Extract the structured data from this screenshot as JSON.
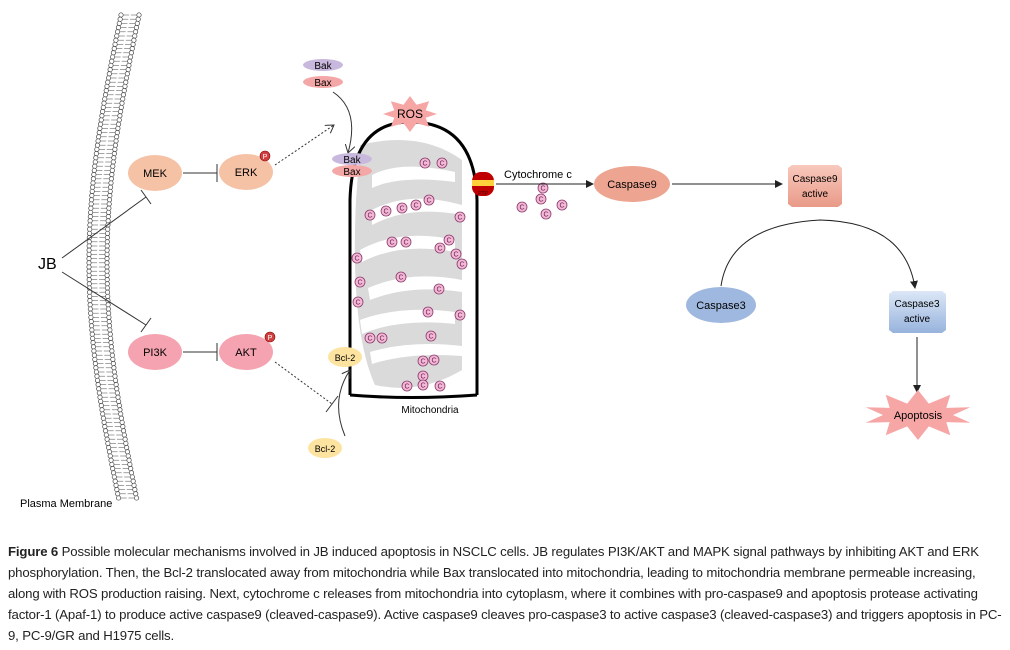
{
  "diagram": {
    "membrane_label": "Plasma Membrane",
    "drug": "JB",
    "nodes": {
      "mek": "MEK",
      "erk": "ERK",
      "pi3k": "PI3K",
      "akt": "AKT",
      "phospho": "P",
      "bak_top": "Bak",
      "bax_top": "Bax",
      "bak_mito": "Bak",
      "bax_mito": "Bax",
      "ros": "ROS",
      "ptp": "PTP",
      "cytochrome": "Cytochrome c",
      "cyto_c": "C",
      "caspase9": "Caspase9",
      "caspase9_active_1": "Caspase9",
      "caspase9_active_2": "active",
      "caspase3": "Caspase3",
      "caspase3_active_1": "Caspase3",
      "caspase3_active_2": "active",
      "apoptosis": "Apoptosis",
      "bcl2_mito": "Bcl-2",
      "bcl2_free": "Bcl-2",
      "mitochondria": "Mitochondria"
    },
    "colors": {
      "mek": "#f6c2a6",
      "erk": "#f6c2a6",
      "pi3k": "#f5a3b0",
      "akt": "#f5a3b0",
      "bak": "#c9b8dd",
      "bax": "#f4a7a7",
      "ros": "#f7a6a6",
      "caspase9": "#eda591",
      "caspase3": "#9fb8e0",
      "bcl2": "#fde3a0",
      "cyto_c": "#f2b8d6",
      "ptp": "#c00000",
      "cristae": "#dadada"
    }
  },
  "caption": {
    "label": "Figure 6",
    "text": " Possible molecular mechanisms involved in JB induced apoptosis in NSCLC cells. JB regulates PI3K/AKT and MAPK signal pathways by inhibiting AKT and ERK phosphorylation. Then, the Bcl-2 translocated away from mitochondria while Bax translocated into mitochondria, leading to mitochondria membrane permeable increasing, along with ROS production raising. Next, cytochrome c releases from mitochondria into cytoplasm, where it combines with pro-caspase9 and apoptosis protease activating factor-1 (Apaf-1) to produce active caspase9 (cleaved-caspase9). Active caspase9 cleaves pro-caspase3 to active caspase3 (cleaved-caspase3) and triggers apoptosis in PC-9, PC-9/GR and H1975 cells."
  }
}
